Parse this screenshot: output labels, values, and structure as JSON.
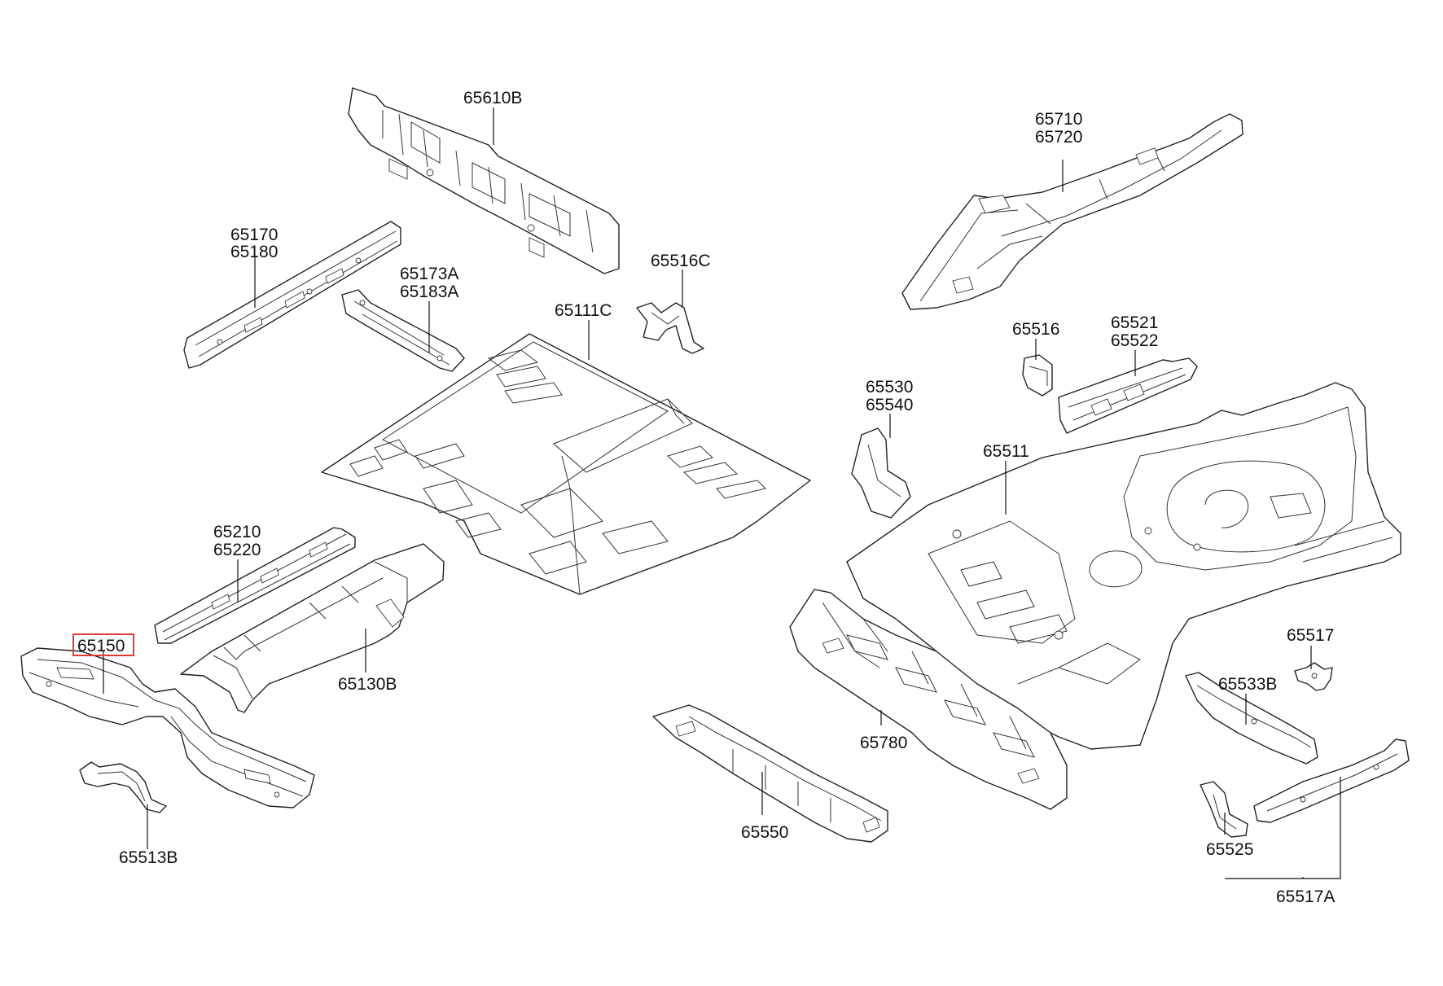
{
  "diagram": {
    "highlight_color": "#e53935",
    "callouts": [
      {
        "id": "c65610b",
        "lines": [
          "65610B"
        ]
      },
      {
        "id": "c65170",
        "lines": [
          "65170",
          "65180"
        ]
      },
      {
        "id": "c65173a",
        "lines": [
          "65173A",
          "65183A"
        ]
      },
      {
        "id": "c65516c",
        "lines": [
          "65516C"
        ]
      },
      {
        "id": "c65111c",
        "lines": [
          "65111C"
        ]
      },
      {
        "id": "c65710",
        "lines": [
          "65710",
          "65720"
        ]
      },
      {
        "id": "c65516",
        "lines": [
          "65516"
        ]
      },
      {
        "id": "c65521",
        "lines": [
          "65521",
          "65522"
        ]
      },
      {
        "id": "c65530",
        "lines": [
          "65530",
          "65540"
        ]
      },
      {
        "id": "c65511",
        "lines": [
          "65511"
        ]
      },
      {
        "id": "c65210",
        "lines": [
          "65210",
          "65220"
        ]
      },
      {
        "id": "c65150",
        "lines": [
          "65150"
        ],
        "highlighted": true
      },
      {
        "id": "c65130b",
        "lines": [
          "65130B"
        ]
      },
      {
        "id": "c65517",
        "lines": [
          "65517"
        ]
      },
      {
        "id": "c65533b",
        "lines": [
          "65533B"
        ]
      },
      {
        "id": "c65780",
        "lines": [
          "65780"
        ]
      },
      {
        "id": "c65550",
        "lines": [
          "65550"
        ]
      },
      {
        "id": "c65513b",
        "lines": [
          "65513B"
        ]
      },
      {
        "id": "c65525",
        "lines": [
          "65525"
        ]
      },
      {
        "id": "c65517a",
        "lines": [
          "65517A"
        ]
      }
    ]
  }
}
